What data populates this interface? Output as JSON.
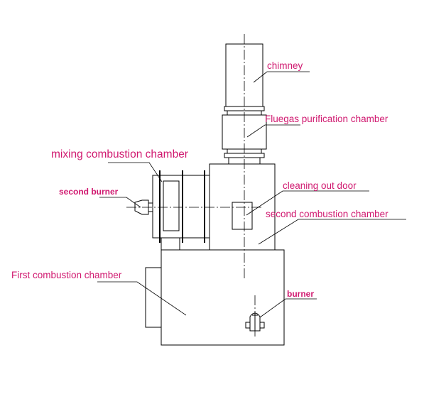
{
  "labels": {
    "chimney": "chimney",
    "fluegas": "Fluegas purification chamber",
    "mixing": "mixing combustion chamber",
    "second_burner": "second burner",
    "cleaning_door": "cleaning out door",
    "second_chamber": "second combustion chamber",
    "first_chamber": "First combustion chamber",
    "burner": "burner"
  },
  "colors": {
    "label": "#d0186f",
    "line": "#000000",
    "centerline": "#000000",
    "background": "#ffffff"
  }
}
